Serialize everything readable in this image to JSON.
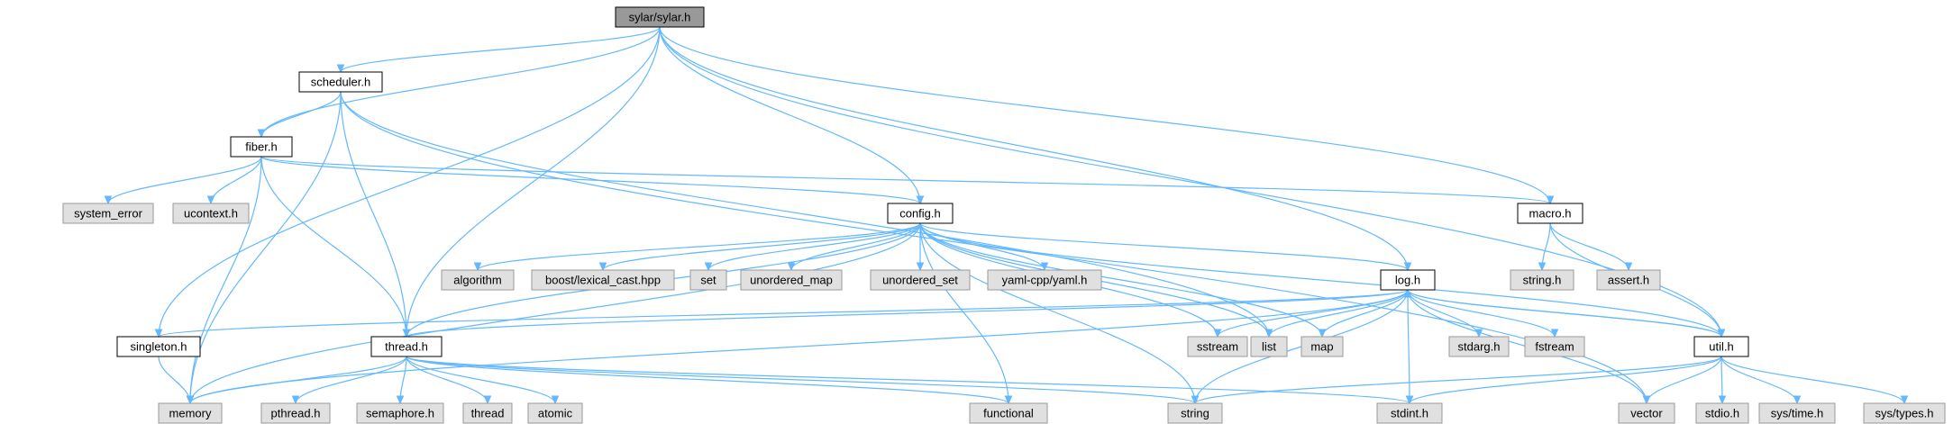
{
  "colors": {
    "root_fill": "#999999",
    "local_fill": "#ffffff",
    "local_stroke": "#000000",
    "system_fill": "#e0e0e0",
    "system_stroke": "#999999",
    "edge": "#63b8ff",
    "text": "#000000"
  },
  "nodes": [
    {
      "id": "sylar",
      "label": "sylar/sylar.h",
      "kind": "root"
    },
    {
      "id": "scheduler",
      "label": "scheduler.h",
      "kind": "local"
    },
    {
      "id": "fiber",
      "label": "fiber.h",
      "kind": "local"
    },
    {
      "id": "config",
      "label": "config.h",
      "kind": "local"
    },
    {
      "id": "macro",
      "label": "macro.h",
      "kind": "local"
    },
    {
      "id": "log",
      "label": "log.h",
      "kind": "local"
    },
    {
      "id": "singleton",
      "label": "singleton.h",
      "kind": "local"
    },
    {
      "id": "thread",
      "label": "thread.h",
      "kind": "local"
    },
    {
      "id": "util",
      "label": "util.h",
      "kind": "local"
    },
    {
      "id": "system_error",
      "label": "system_error",
      "kind": "system"
    },
    {
      "id": "ucontext",
      "label": "ucontext.h",
      "kind": "system"
    },
    {
      "id": "algorithm",
      "label": "algorithm",
      "kind": "system"
    },
    {
      "id": "lexical_cast",
      "label": "boost/lexical_cast.hpp",
      "kind": "system"
    },
    {
      "id": "set",
      "label": "set",
      "kind": "system"
    },
    {
      "id": "unordered_map",
      "label": "unordered_map",
      "kind": "system"
    },
    {
      "id": "unordered_set",
      "label": "unordered_set",
      "kind": "system"
    },
    {
      "id": "yaml",
      "label": "yaml-cpp/yaml.h",
      "kind": "system"
    },
    {
      "id": "string_h",
      "label": "string.h",
      "kind": "system"
    },
    {
      "id": "assert_h",
      "label": "assert.h",
      "kind": "system"
    },
    {
      "id": "sstream",
      "label": "sstream",
      "kind": "system"
    },
    {
      "id": "list",
      "label": "list",
      "kind": "system"
    },
    {
      "id": "map",
      "label": "map",
      "kind": "system"
    },
    {
      "id": "stdarg",
      "label": "stdarg.h",
      "kind": "system"
    },
    {
      "id": "fstream",
      "label": "fstream",
      "kind": "system"
    },
    {
      "id": "memory",
      "label": "memory",
      "kind": "system"
    },
    {
      "id": "pthread",
      "label": "pthread.h",
      "kind": "system"
    },
    {
      "id": "semaphore",
      "label": "semaphore.h",
      "kind": "system"
    },
    {
      "id": "thread_sys",
      "label": "thread",
      "kind": "system"
    },
    {
      "id": "atomic",
      "label": "atomic",
      "kind": "system"
    },
    {
      "id": "functional",
      "label": "functional",
      "kind": "system"
    },
    {
      "id": "string",
      "label": "string",
      "kind": "system"
    },
    {
      "id": "stdint",
      "label": "stdint.h",
      "kind": "system"
    },
    {
      "id": "vector",
      "label": "vector",
      "kind": "system"
    },
    {
      "id": "stdio",
      "label": "stdio.h",
      "kind": "system"
    },
    {
      "id": "sys_time",
      "label": "sys/time.h",
      "kind": "system"
    },
    {
      "id": "sys_types",
      "label": "sys/types.h",
      "kind": "system"
    }
  ],
  "edges": [
    [
      "sylar",
      "scheduler"
    ],
    [
      "sylar",
      "fiber"
    ],
    [
      "sylar",
      "config"
    ],
    [
      "sylar",
      "macro"
    ],
    [
      "sylar",
      "log"
    ],
    [
      "sylar",
      "singleton"
    ],
    [
      "sylar",
      "thread"
    ],
    [
      "sylar",
      "util"
    ],
    [
      "scheduler",
      "fiber"
    ],
    [
      "scheduler",
      "thread"
    ],
    [
      "scheduler",
      "memory"
    ],
    [
      "scheduler",
      "list"
    ],
    [
      "scheduler",
      "vector"
    ],
    [
      "fiber",
      "system_error"
    ],
    [
      "fiber",
      "ucontext"
    ],
    [
      "fiber",
      "config"
    ],
    [
      "fiber",
      "macro"
    ],
    [
      "fiber",
      "thread"
    ],
    [
      "fiber",
      "memory"
    ],
    [
      "config",
      "algorithm"
    ],
    [
      "config",
      "lexical_cast"
    ],
    [
      "config",
      "set"
    ],
    [
      "config",
      "unordered_map"
    ],
    [
      "config",
      "unordered_set"
    ],
    [
      "config",
      "yaml"
    ],
    [
      "config",
      "log"
    ],
    [
      "config",
      "thread"
    ],
    [
      "config",
      "util"
    ],
    [
      "config",
      "memory"
    ],
    [
      "config",
      "functional"
    ],
    [
      "config",
      "string"
    ],
    [
      "config",
      "sstream"
    ],
    [
      "config",
      "list"
    ],
    [
      "config",
      "map"
    ],
    [
      "macro",
      "string_h"
    ],
    [
      "macro",
      "assert_h"
    ],
    [
      "macro",
      "util"
    ],
    [
      "log",
      "sstream"
    ],
    [
      "log",
      "list"
    ],
    [
      "log",
      "map"
    ],
    [
      "log",
      "stdarg"
    ],
    [
      "log",
      "fstream"
    ],
    [
      "log",
      "singleton"
    ],
    [
      "log",
      "thread"
    ],
    [
      "log",
      "util"
    ],
    [
      "log",
      "memory"
    ],
    [
      "log",
      "string"
    ],
    [
      "log",
      "stdint"
    ],
    [
      "log",
      "vector"
    ],
    [
      "singleton",
      "memory"
    ],
    [
      "thread",
      "memory"
    ],
    [
      "thread",
      "pthread"
    ],
    [
      "thread",
      "semaphore"
    ],
    [
      "thread",
      "thread_sys"
    ],
    [
      "thread",
      "atomic"
    ],
    [
      "thread",
      "functional"
    ],
    [
      "thread",
      "string"
    ],
    [
      "thread",
      "stdint"
    ],
    [
      "util",
      "log"
    ],
    [
      "util",
      "vector"
    ],
    [
      "util",
      "stdio"
    ],
    [
      "util",
      "sys_time"
    ],
    [
      "util",
      "sys_types"
    ],
    [
      "util",
      "string"
    ],
    [
      "util",
      "stdint"
    ]
  ]
}
